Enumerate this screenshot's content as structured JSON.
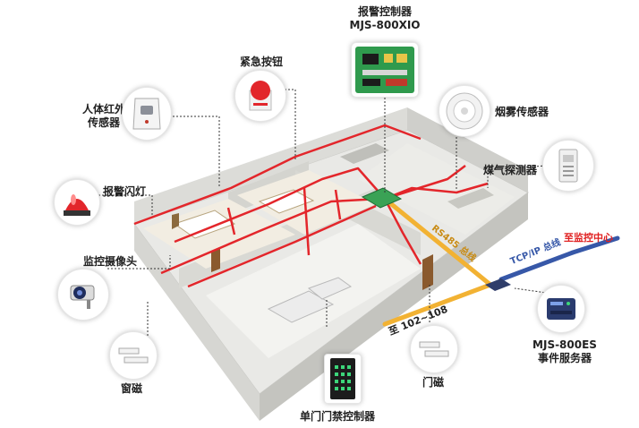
{
  "labels": {
    "alarm_controller_line1": "报警控制器",
    "alarm_controller_line2": "MJS-800XIO",
    "emergency_button": "紧急按钮",
    "pir_sensor_line1": "人体红外",
    "pir_sensor_line2": "传感器",
    "smoke_sensor": "烟雾传感器",
    "gas_detector": "煤气探测器",
    "alarm_flash": "报警闪灯",
    "camera": "监控摄像头",
    "monitor_center": "至监控中心",
    "tcpip_bus": "TCP/IP 总线",
    "rs485_bus": "RS485 总线",
    "to_102_108": "至 102~108",
    "event_server_line1": "MJS-800ES",
    "event_server_line2": "事件服务器",
    "window_contact": "窗磁",
    "door_contact": "门磁",
    "access_controller": "单门门禁控制器"
  },
  "icons": [
    "alarm-controller-board-icon",
    "emergency-button-icon",
    "pir-sensor-icon",
    "smoke-sensor-icon",
    "gas-detector-icon",
    "alarm-flash-icon",
    "camera-icon",
    "window-contact-icon",
    "door-contact-icon",
    "access-controller-icon",
    "event-server-icon"
  ],
  "colors": {
    "wire": "#e3262b",
    "rs485_bus": "#f2b233",
    "tcpip_bus": "#3758a8",
    "monitor_text": "#e02020",
    "leader": "#333333"
  }
}
